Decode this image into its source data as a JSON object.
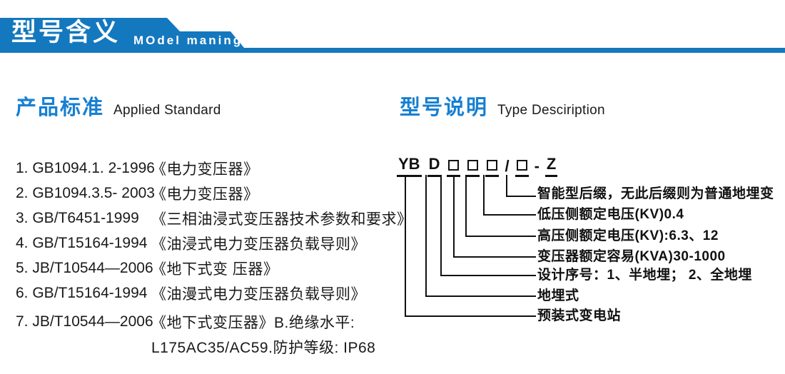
{
  "banner": {
    "title": "型号含义",
    "subtitle": "MOdel maning"
  },
  "sections": {
    "standards": {
      "title_zh": "产品标准",
      "title_en": "Applied Standard",
      "items": [
        {
          "code": "1. GB1094.1. 2-1996",
          "name": "《电力变压器》"
        },
        {
          "code": "2. GB1094.3.5- 2003",
          "name": "《电力变压器》"
        },
        {
          "code": "3. GB/T6451-1999",
          "name": "《三相油浸式变压器技术参数和要求》"
        },
        {
          "code": "4. GB/T15164-1994",
          "name": "《油浸式电力变压器负载导则》"
        },
        {
          "code": "5. JB/T10544—2006",
          "name": "《地下式变 压器》"
        },
        {
          "code": "6. GB/T15164-1994",
          "name": "《油漫式电力变压器负载导则》"
        },
        {
          "code": "7. JB/T10544—2006",
          "name": "《地下式变压器》B.绝缘水平:"
        },
        {
          "code": "",
          "name": "L175AC35/AC59.防护等级: IP68"
        }
      ]
    },
    "model": {
      "title_zh": "型号说明",
      "title_en": "Type Desciription",
      "code_parts": {
        "yb": "YB",
        "d": "D",
        "slash": "/",
        "dash": "-",
        "z": "Z"
      },
      "labels": [
        "智能型后缀，无此后缀则为普通地埋变",
        "低压侧额定电压(KV)0.4",
        "高压侧额定电压(KV):6.3、12",
        "变压器额定容易(KVA)30-1000",
        "设计序号：1、半地埋； 2、全地埋",
        "地埋式",
        "预装式变电站"
      ]
    }
  },
  "colors": {
    "banner_blue": "#1478BE",
    "header_blue": "#1780D2",
    "text": "#1A1A1A"
  }
}
